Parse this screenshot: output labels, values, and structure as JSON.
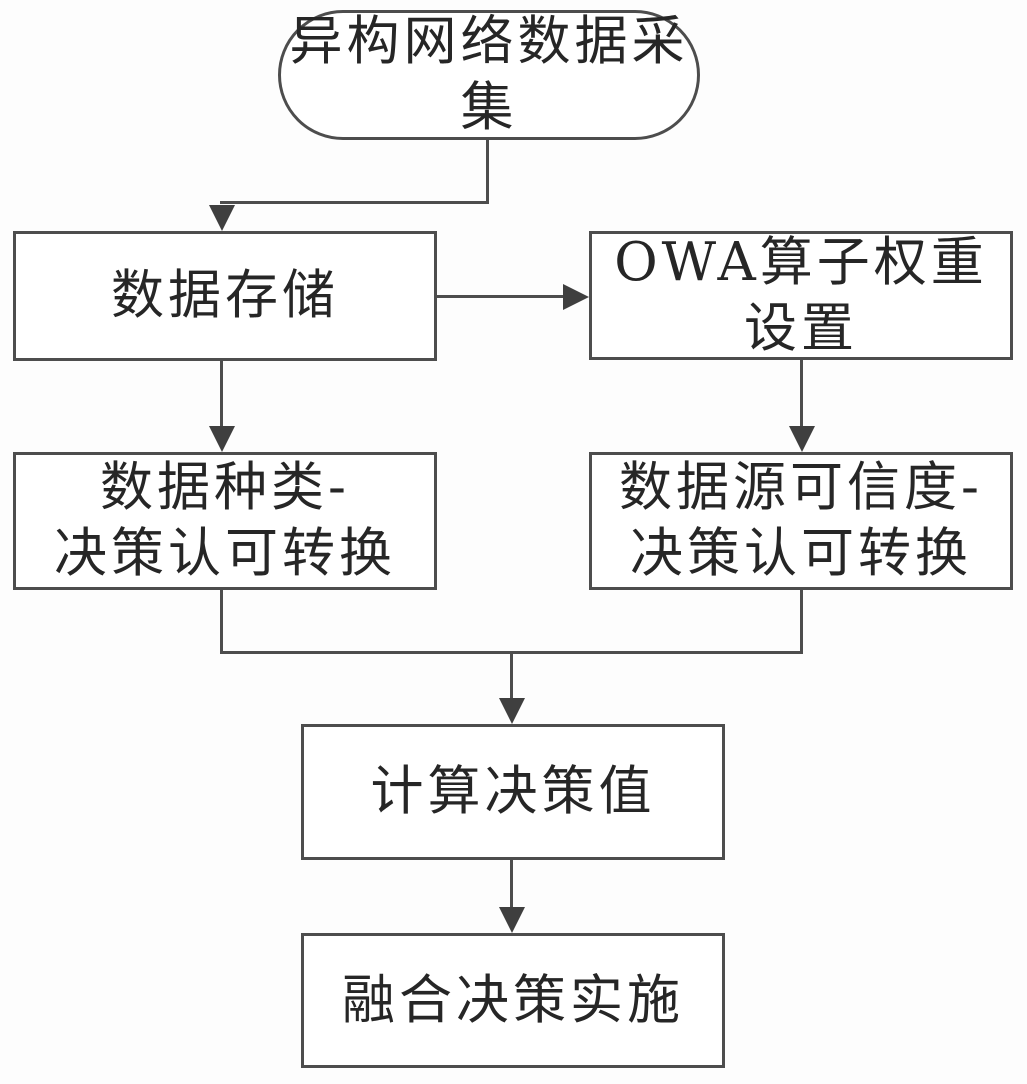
{
  "diagram": {
    "type": "flowchart",
    "background_color": "#fdfdfd",
    "line_color": "#4d4d4d",
    "text_color": "#262626",
    "nodes": {
      "collect": {
        "shape": "terminator",
        "label": "异构网络数据采集"
      },
      "store": {
        "shape": "rect",
        "label": "数据存储"
      },
      "owa": {
        "shape": "rect",
        "label": "OWA算子权重设置"
      },
      "type_conv": {
        "shape": "rect",
        "label": "数据种类-决策认可转换",
        "line1": "数据种类-",
        "line2": "决策认可转换"
      },
      "source_conv": {
        "shape": "rect",
        "label": "数据源可信度-决策认可转换",
        "line1": "数据源可信度-",
        "line2": "决策认可转换"
      },
      "compute": {
        "shape": "rect",
        "label": "计算决策值"
      },
      "implement": {
        "shape": "rect",
        "label": "融合决策实施"
      }
    },
    "edges": [
      {
        "from": "collect",
        "to": "store",
        "style": "elbow-down-left-down"
      },
      {
        "from": "store",
        "to": "owa",
        "style": "straight-right"
      },
      {
        "from": "store",
        "to": "type_conv",
        "style": "straight-down"
      },
      {
        "from": "owa",
        "to": "source_conv",
        "style": "straight-down"
      },
      {
        "from": "type_conv",
        "to": "compute",
        "style": "merge-down"
      },
      {
        "from": "source_conv",
        "to": "compute",
        "style": "merge-down"
      },
      {
        "from": "compute",
        "to": "implement",
        "style": "straight-down"
      }
    ]
  }
}
